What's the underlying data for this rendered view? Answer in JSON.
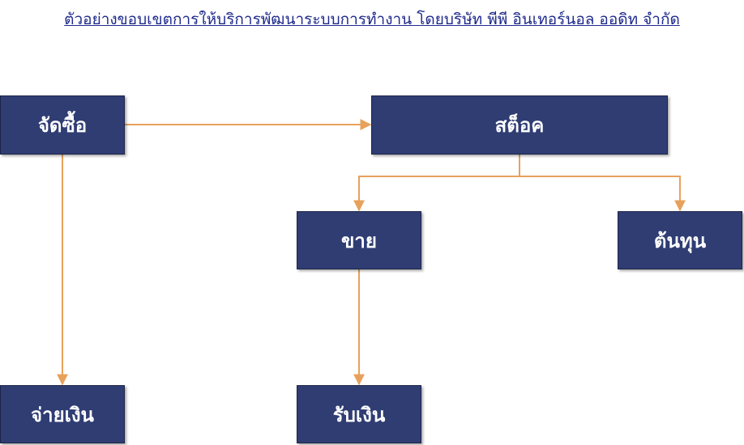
{
  "title": "ตัวอย่างขอบเขตการให้บริการพัฒนาระบบการทำงาน โดยบริษัท พีพี อินเทอร์นอล ออดิท จำกัด",
  "colors": {
    "box_fill": "#2f3d73",
    "box_text": "#ffffff",
    "connector": "#e8a15b",
    "title": "#1f2a8c"
  },
  "nodes": {
    "purchasing": "จัดซื้อ",
    "stock": "สต็อค",
    "sales": "ขาย",
    "cost": "ต้นทุน",
    "payment": "จ่ายเงิน",
    "receipt": "รับเงิน"
  }
}
